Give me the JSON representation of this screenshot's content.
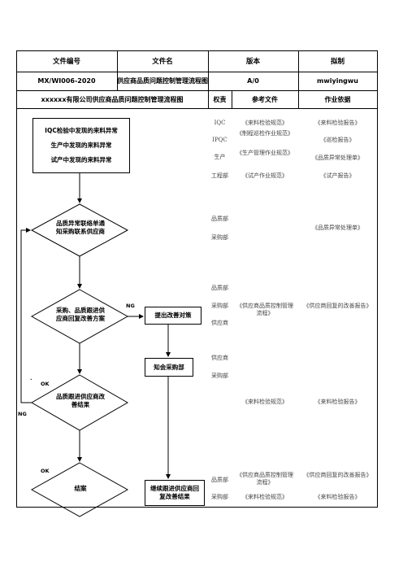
{
  "header": {
    "doc_no_label": "文件编号",
    "doc_name_label": "文件名",
    "version_label": "版本",
    "author_label": "拟制",
    "doc_no": "MX/WI006-2020",
    "doc_name": "供应商品质问题控制管理流程图",
    "version": "A/0",
    "author": "mwiyingwu"
  },
  "table_header": {
    "flow_title": "xxxxxx有限公司供应商品质问题控制管理流程图",
    "responsibility": "权责",
    "reference": "参考文件",
    "basis": "作业依据"
  },
  "flow": {
    "start_lines": [
      "IQC检验中发现的来料异常",
      "生产中发现的来料异常",
      "试产中发现的来料异常"
    ],
    "d1": [
      "品质异常联络单通",
      "知采购联系供应商"
    ],
    "d2": [
      "采购、品质跟进供",
      "应商回复改善方案"
    ],
    "d3": [
      "品质跟进供应商改",
      "善结果"
    ],
    "end": "结案",
    "improve": "提出改善对策",
    "notify": "知会采购部",
    "follow": [
      "继续跟进供应商回",
      "复改善结果"
    ],
    "ng1": "NG",
    "ng2": "NG",
    "ok1": "OK",
    "ok2": "OK",
    "dot": "."
  },
  "responsibility": {
    "r1": "IQC",
    "r2": "IPQC",
    "r3": "生产",
    "r4": "工程部",
    "r5": "品质部",
    "r6": "采购部",
    "r7": "品质部",
    "r8": "采购部",
    "r9": "供应商",
    "r10": "供应商",
    "r11": "采购部",
    "r12": "品质部",
    "r13": "采购部"
  },
  "reference": {
    "f1": "《来料检验规范》",
    "f2": "《制程巡检作业规范》",
    "f3": "《生产管理作业规范》",
    "f4": "《试产作业规范》",
    "f5": "《供应商品质控制管理流程》",
    "f6": "《来料检验规范》",
    "f7": "《供应商品质控制管理流程》",
    "f8": "《来料检验规范》"
  },
  "basis": {
    "b1": "《来料检验报告》",
    "b2": "《巡检报告》",
    "b3": "《品质异常处理单》",
    "b4": "《试产报告》",
    "b5": "《品质异常处理单》",
    "b6": "《供应商回复的改善报告》",
    "b7": "《来料检验报告》",
    "b8": "《供应商回复的改善报告》",
    "b9": "《来料检验报告》"
  }
}
